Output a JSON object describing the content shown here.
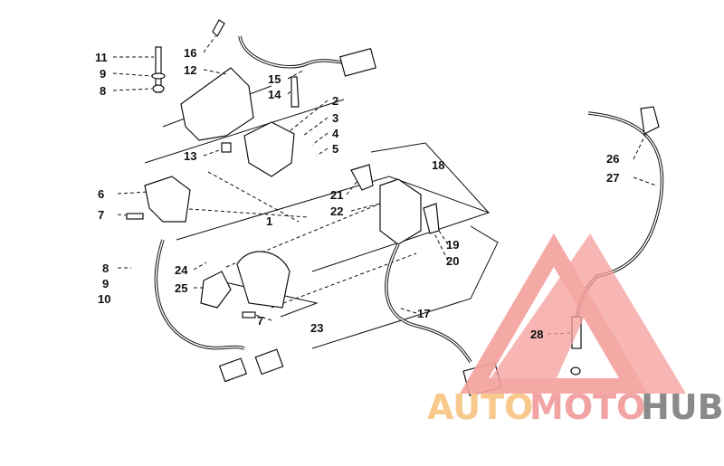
{
  "diagram": {
    "callouts": [
      "11",
      "9",
      "8",
      "16",
      "12",
      "15",
      "14",
      "2",
      "3",
      "4",
      "5",
      "13",
      "18",
      "6",
      "21",
      "22",
      "7",
      "1",
      "26",
      "27",
      "19",
      "20",
      "8",
      "24",
      "9",
      "25",
      "10",
      "7",
      "17",
      "23",
      "28"
    ]
  },
  "watermark": {
    "parts": [
      "AUTO",
      "MOTO",
      "HUB"
    ],
    "colors": {
      "auto": "#F8C98C",
      "moto": "#F2A3A3",
      "hub": "#8A8A8A",
      "triangles": "#F4A09C"
    }
  }
}
